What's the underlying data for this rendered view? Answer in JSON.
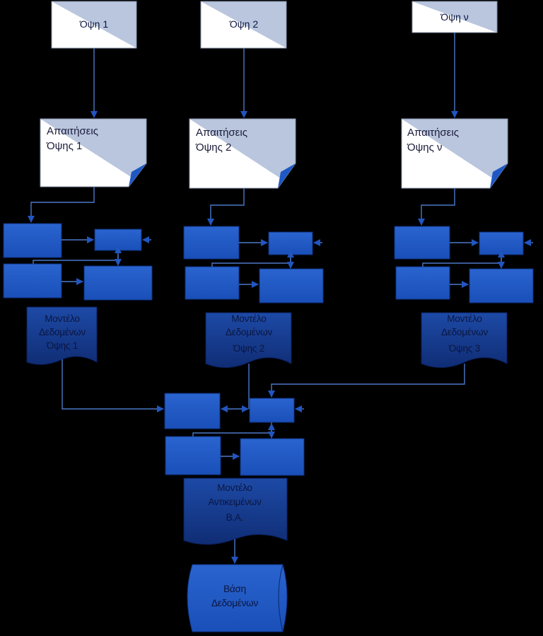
{
  "views": [
    "Όψη 1",
    "Όψη 2",
    "Όψη ν"
  ],
  "requirements": [
    {
      "line1": "Απαιτήσεις",
      "line2": "Όψης 1"
    },
    {
      "line1": "Απαιτήσεις",
      "line2": "Όψης 2"
    },
    {
      "line1": "Απαιτήσεις",
      "line2": "Όψης ν"
    }
  ],
  "data_models": [
    {
      "line1": "Μοντέλο",
      "line2": "Δεδομένων",
      "line3": "Όψης 1"
    },
    {
      "line1": "Μοντέλο",
      "line2": "Δεδομένων",
      "line3": "Όψης 2"
    },
    {
      "line1": "Μοντέλο",
      "line2": "Δεδομένων",
      "line3": "Όψης 3"
    }
  ],
  "object_model": {
    "line1": "Μοντέλο",
    "line2": "Αντικειμένων",
    "line3": "Β.Α."
  },
  "database": {
    "line1": "Βάση",
    "line2": "Δεδομένων"
  },
  "colors": {
    "box_blue": "#1f58c4",
    "doc_navy": "#16398c",
    "line": "#4a78c8",
    "background": "#000000"
  }
}
